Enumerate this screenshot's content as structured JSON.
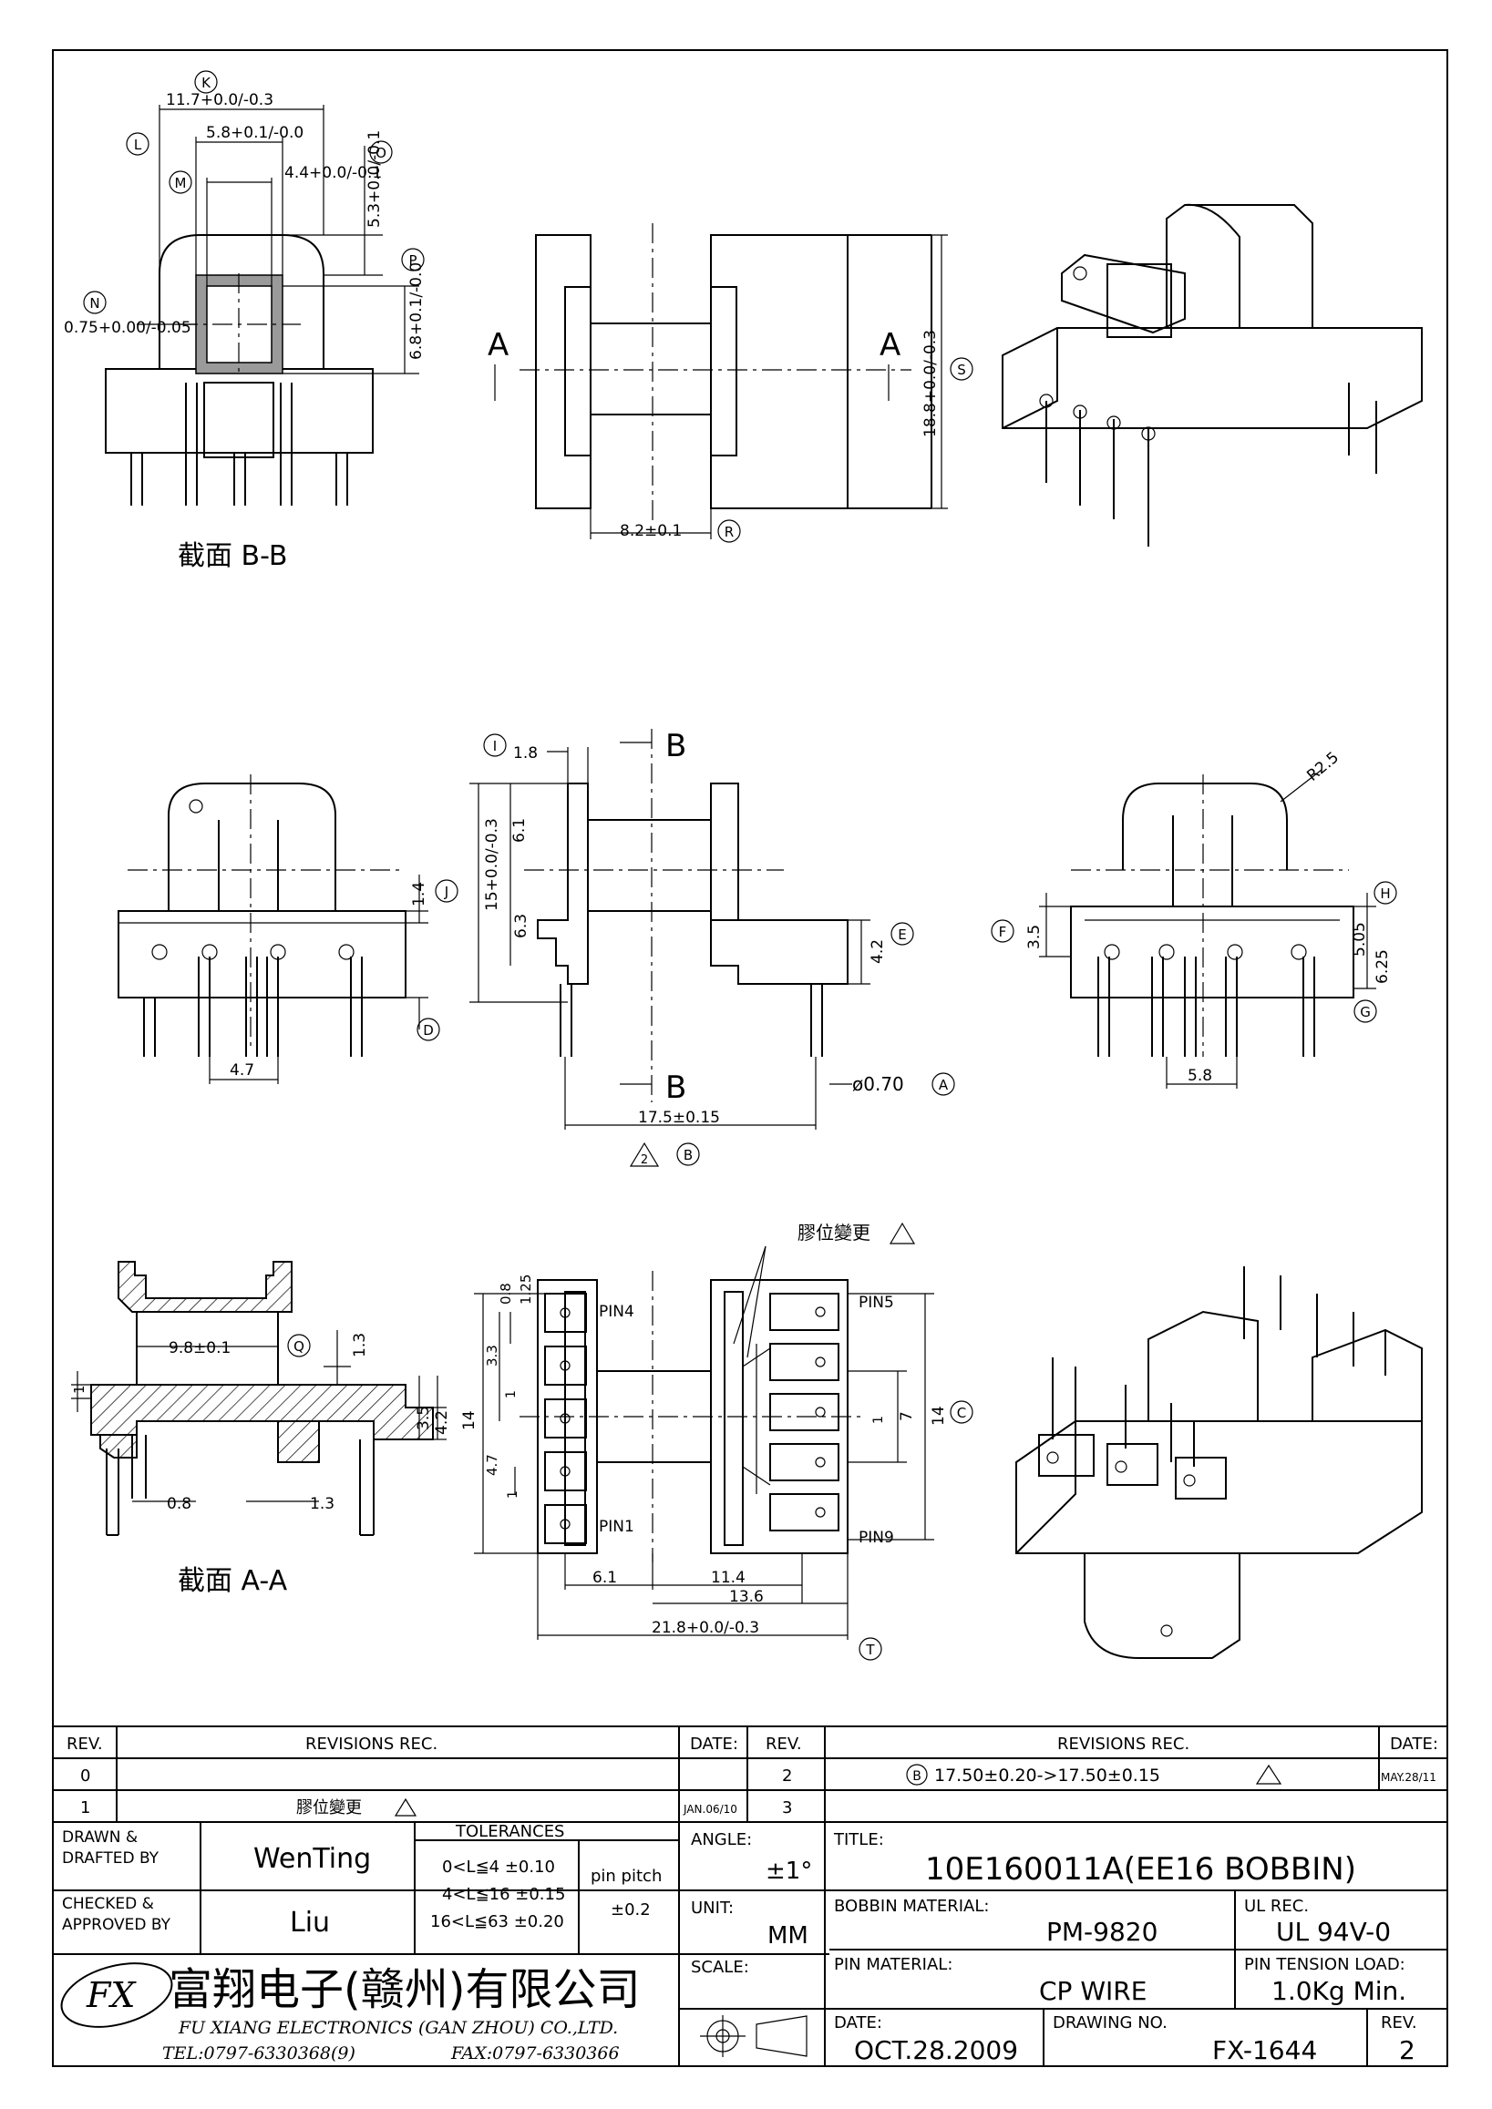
{
  "views": {
    "section_bb": {
      "label": "截面 B-B",
      "dims": [
        "11.7+0.0/-0.3",
        "5.8+0.1/-0.0",
        "4.4+0.0/-0.1",
        "5.3+0.0/-0.1",
        "0.75+0.00/-0.05",
        "6.8+0.1/-0.0"
      ],
      "callouts": [
        "K",
        "L",
        "M",
        "O",
        "P",
        "N"
      ]
    },
    "front": {
      "section_marks": [
        "A",
        "A"
      ],
      "dims": [
        "8.2±0.1",
        "18.8+0.0/-0.3"
      ],
      "callouts": [
        "R",
        "S"
      ]
    },
    "side_left": {
      "dims": [
        "1.4",
        "4.7"
      ],
      "callouts": [
        "D"
      ]
    },
    "side_mid": {
      "section_marks": [
        "B",
        "B"
      ],
      "dims": [
        "1.8",
        "6.1",
        "15+0.0/-0.3",
        "6.3",
        "4.2",
        "17.5±0.15",
        "ø0.70"
      ],
      "callouts": [
        "I",
        "J",
        "E",
        "A",
        "B"
      ],
      "rev_mark": "2"
    },
    "side_right": {
      "radius": "R2.5",
      "dims": [
        "3.5",
        "5.05",
        "6.25",
        "5.8"
      ],
      "callouts": [
        "F",
        "H",
        "G"
      ]
    },
    "section_aa": {
      "label": "截面 A-A",
      "dims": [
        "9.8±0.1",
        "1.3",
        "1",
        "3.5",
        "4.2",
        "0.8",
        "1.3"
      ],
      "callouts": [
        "Q"
      ]
    },
    "bottom": {
      "note": "膠位變更",
      "pins": [
        "PIN4",
        "PIN5",
        "PIN1",
        "PIN9"
      ],
      "dims": [
        "0.8",
        "1.25",
        "3.3",
        "1",
        "14",
        "4.7",
        "1",
        "7",
        "14",
        "1",
        "6.1",
        "11.4",
        "13.6",
        "21.8+0.0/-0.3"
      ],
      "callouts": [
        "C",
        "T"
      ]
    }
  },
  "title_block": {
    "headers": {
      "rev": "REV.",
      "revisions": "REVISIONS  REC.",
      "date": "DATE:"
    },
    "left_revisions": [
      {
        "rev": "0",
        "text": "",
        "date": ""
      },
      {
        "rev": "1",
        "text": "膠位變更",
        "date": "JAN.06/10"
      }
    ],
    "right_revisions": [
      {
        "rev": "2",
        "text": "17.50±0.20->17.50±0.15",
        "date": "MAY.28/11"
      },
      {
        "rev": "3",
        "text": "",
        "date": ""
      }
    ],
    "drawn_label": "DRAWN &\nDRAFTED BY",
    "drawn_by": "WenTing",
    "checked_label": "CHECKED &\nAPPROVED BY",
    "checked_by": "Liu",
    "tolerances_label": "TOLERANCES",
    "tolerances": [
      "0<L≦4    ±0.10",
      "4<L≦16  ±0.15",
      "16<L≦63  ±0.20"
    ],
    "pin_pitch_label": "pin pitch",
    "pin_pitch": "±0.2",
    "angle_label": "ANGLE:",
    "angle": "±1°",
    "unit_label": "UNIT:",
    "unit": "MM",
    "scale_label": "SCALE:",
    "title_label": "TITLE:",
    "title": "10E160011A(EE16  BOBBIN)",
    "bobbin_material_label": "BOBBIN MATERIAL:",
    "bobbin_material": "PM-9820",
    "ul_label": "UL REC.",
    "ul": "UL 94V-0",
    "pin_material_label": "PIN MATERIAL:",
    "pin_material": "CP WIRE",
    "pin_tension_label": "PIN TENSION LOAD:",
    "pin_tension": "1.0Kg  Min.",
    "date_label": "DATE:",
    "date": "OCT.28.2009",
    "drawing_no_label": "DRAWING NO.",
    "drawing_no": "FX-1644",
    "rev_label": "REV.",
    "rev": "2",
    "company_cn": "富翔电子(赣州)有限公司",
    "company_en": "FU XIANG ELECTRONICS (GAN ZHOU) CO.,LTD.",
    "tel": "TEL:0797-6330368(9)",
    "fax": "FAX:0797-6330366",
    "logo": "FX"
  }
}
